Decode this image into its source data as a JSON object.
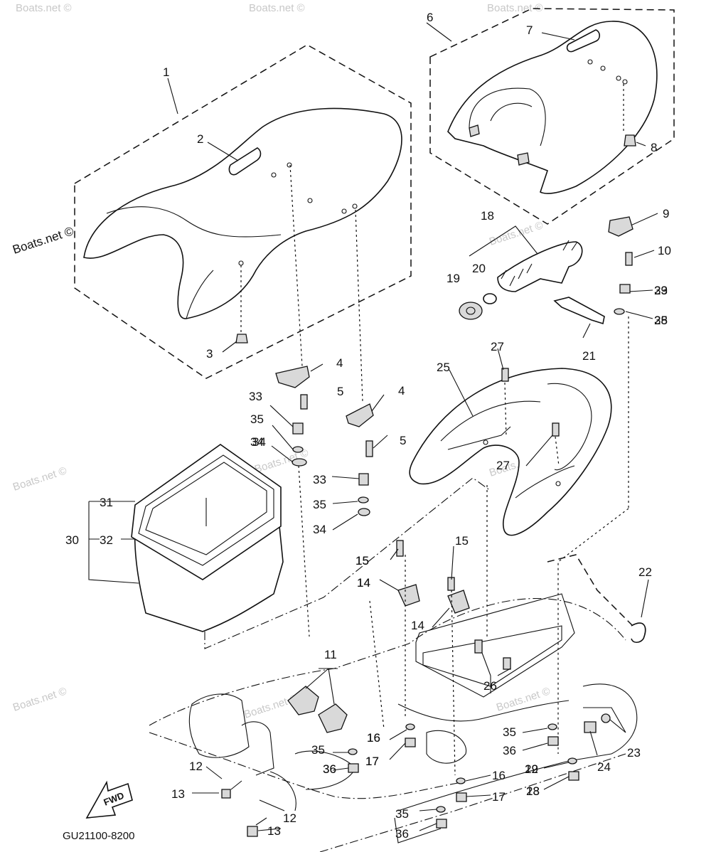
{
  "diagram": {
    "drawing_code": "GU21100-8200",
    "watermark": "Boats.net ©",
    "direction_arrow": "FWD",
    "callouts": [
      "1",
      "2",
      "3",
      "4",
      "5",
      "6",
      "7",
      "8",
      "9",
      "10",
      "11",
      "12",
      "13",
      "14",
      "15",
      "16",
      "17",
      "18",
      "19",
      "20",
      "21",
      "22",
      "23",
      "24",
      "25",
      "26",
      "27",
      "28",
      "29",
      "30",
      "31",
      "32",
      "33",
      "34",
      "35",
      "36",
      "4",
      "5",
      "33",
      "35",
      "34",
      "33",
      "35",
      "34",
      "15",
      "14",
      "27",
      "14",
      "15",
      "16",
      "17",
      "35",
      "36",
      "12",
      "13",
      "16",
      "17",
      "35",
      "36",
      "35",
      "36",
      "29",
      "28",
      "12",
      "13"
    ],
    "icons": [
      "fwd-arrow-icon"
    ]
  }
}
